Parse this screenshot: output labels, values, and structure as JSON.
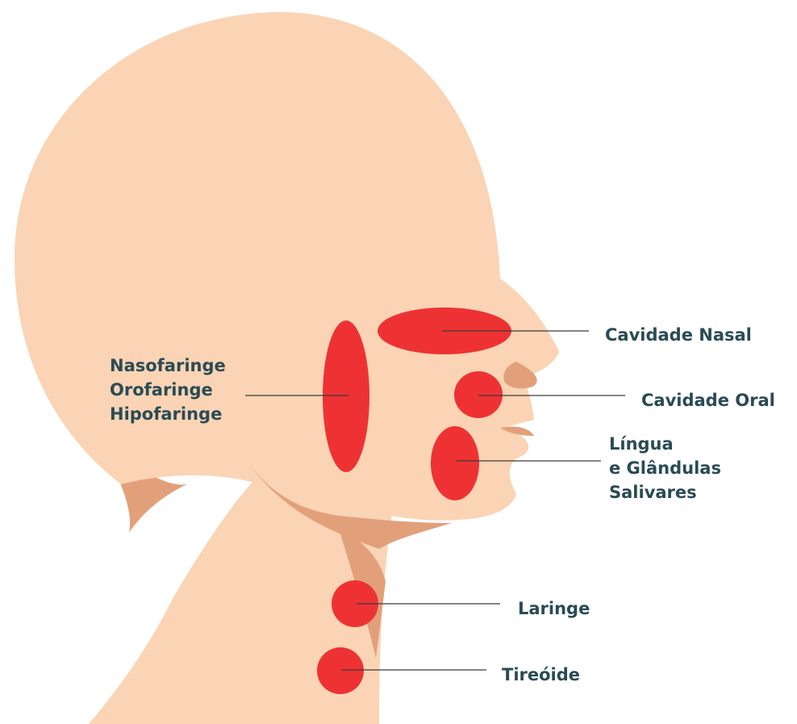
{
  "colors": {
    "skin": "#FAD4B4",
    "shadow": "#E2A07A",
    "marker": "#EE3234",
    "label_text": "#2A4B55",
    "leader_line": "#3A3A3A",
    "background": "#FFFFFF"
  },
  "regions": [
    {
      "id": "nasal",
      "lines": [
        "Cavidade Nasal"
      ]
    },
    {
      "id": "pharynx",
      "lines": [
        "Nasofaringe",
        "Orofaringe",
        "Hipofaringe"
      ]
    },
    {
      "id": "oral",
      "lines": [
        "Cavidade Oral"
      ]
    },
    {
      "id": "tongue",
      "lines": [
        "Língua",
        "e Glândulas",
        "Salivares"
      ]
    },
    {
      "id": "larynx",
      "lines": [
        "Laringe"
      ]
    },
    {
      "id": "thyroid",
      "lines": [
        "Tireóide"
      ]
    }
  ]
}
